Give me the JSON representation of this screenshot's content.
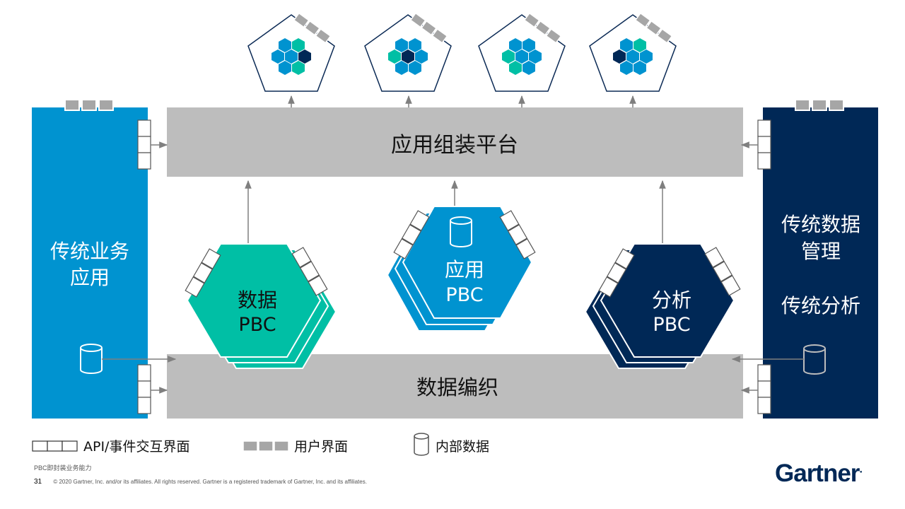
{
  "platform": {
    "label": "应用组装平台"
  },
  "fabric": {
    "label": "数据编织"
  },
  "legacy_business": {
    "line1": "传统业务",
    "line2": "应用"
  },
  "legacy_data": {
    "line1": "传统数据",
    "line2": "管理",
    "line3": "传统分析"
  },
  "pbcs": {
    "data": {
      "line1": "数据",
      "line2": "PBC"
    },
    "app": {
      "line1": "应用",
      "line2": "PBC"
    },
    "analytics": {
      "line1": "分析",
      "line2": "PBC"
    }
  },
  "legend": {
    "api_label": "API/事件交互界面",
    "ui_label": "用户界面",
    "data_label": "内部数据"
  },
  "footer": {
    "subtitle": "PBC即封装业务能力",
    "page": "31",
    "copyright": "© 2020 Gartner, Inc. and/or its affiliates. All rights reserved. Gartner is a registered trademark of Gartner, Inc. and its affiliates.",
    "logo": "Gartner",
    "logo_mark": "."
  },
  "colors": {
    "teal": "#00bfa5",
    "blue": "#0093d0",
    "navy": "#002856",
    "gray": "#bdbdbd",
    "dark_gray": "#a6a6a6",
    "arrow": "#7f7f7f"
  }
}
